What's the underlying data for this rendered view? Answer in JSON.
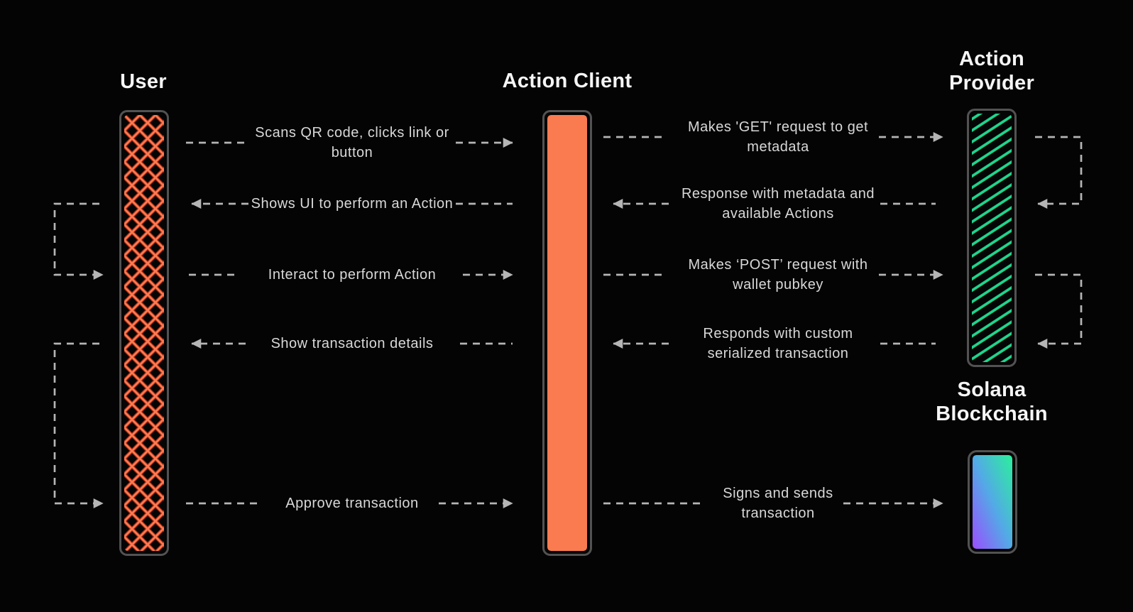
{
  "actors": [
    {
      "id": "user",
      "label": "User",
      "fill_style": "orange-crosshatch"
    },
    {
      "id": "action-client",
      "label": "Action Client",
      "fill_style": "solid-orange"
    },
    {
      "id": "action-provider",
      "label": "Action Provider",
      "fill_style": "green-stripes"
    },
    {
      "id": "solana-blockchain",
      "label": "Solana Blockchain",
      "fill_style": "solana-gradient"
    }
  ],
  "messages_left": [
    {
      "text": "Scans QR code, clicks link or button",
      "from": "User",
      "to": "Action Client",
      "direction": "right"
    },
    {
      "text": "Shows UI to perform an Action",
      "from": "Action Client",
      "to": "User",
      "direction": "left"
    },
    {
      "text": "Interact to perform Action",
      "from": "User",
      "to": "Action Client",
      "direction": "right"
    },
    {
      "text": "Show transaction details",
      "from": "Action Client",
      "to": "User",
      "direction": "left"
    },
    {
      "text": "Approve transaction",
      "from": "User",
      "to": "Action Client",
      "direction": "right"
    }
  ],
  "messages_right": [
    {
      "text": "Makes 'GET' request to get metadata",
      "from": "Action Client",
      "to": "Action Provider",
      "direction": "right"
    },
    {
      "text": "Response with metadata and available Actions",
      "from": "Action Provider",
      "to": "Action Client",
      "direction": "left"
    },
    {
      "text": "Makes ‘POST’ request with wallet pubkey",
      "from": "Action Client",
      "to": "Action Provider",
      "direction": "right"
    },
    {
      "text": "Responds with custom serialized transaction",
      "from": "Action Provider",
      "to": "Action Client",
      "direction": "left"
    },
    {
      "text": "Signs and sends transaction",
      "from": "Action Client",
      "to": "Solana Blockchain",
      "direction": "right"
    }
  ],
  "colors": {
    "background": "#040404",
    "connector": "#B5B5B5",
    "message_text": "#D8D8D8",
    "title_text": "#F5F5F5",
    "bar_border": "#525252",
    "user_hatch": "#FF7A52",
    "user_hatch_shadow": "#B53012",
    "client_fill": "#FA7B50",
    "provider_stripe": "#1FD68C",
    "solana_gradient": [
      "#2BF09C",
      "#53AAE6",
      "#9B4DFF"
    ]
  }
}
